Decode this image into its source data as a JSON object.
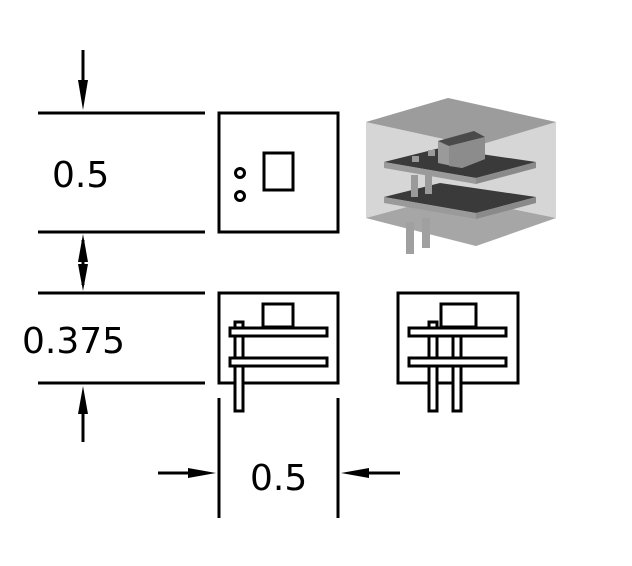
{
  "dimensions": {
    "height_top": "0.5",
    "height_front": "0.375",
    "width_front": "0.5"
  },
  "colors": {
    "line": "#000000",
    "board": "#3a3a3a",
    "board_edge": "#9a9a9a",
    "enclosure": "#c8c8c8"
  }
}
